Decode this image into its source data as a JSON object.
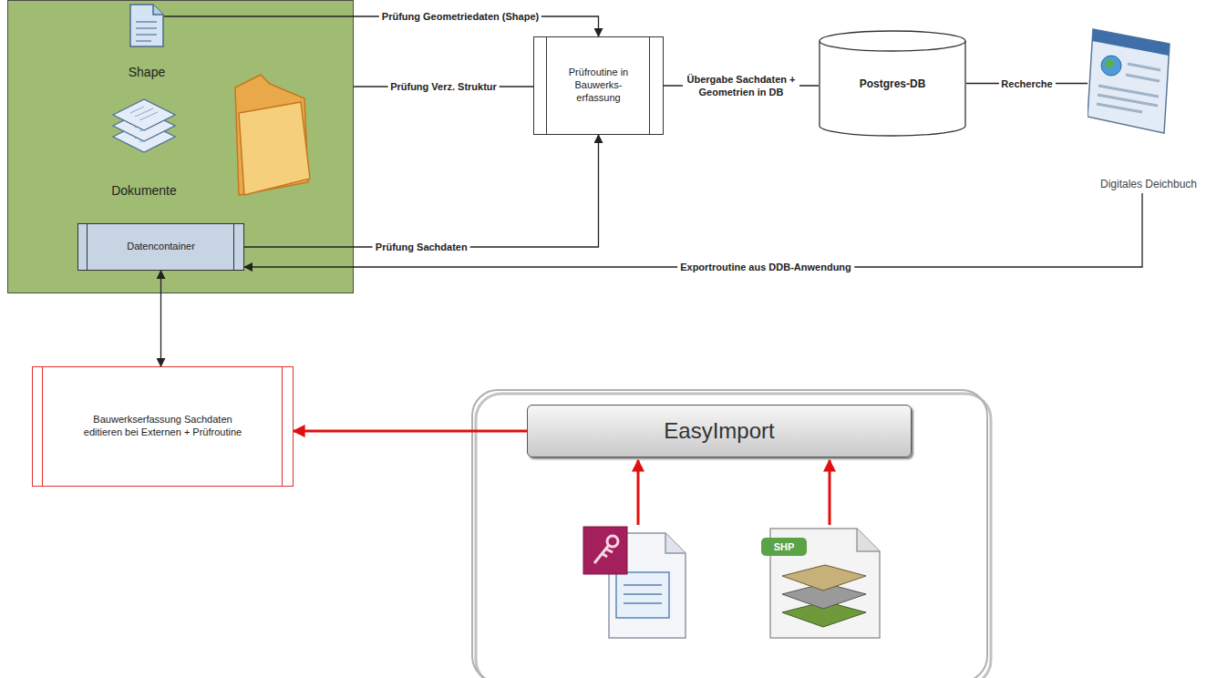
{
  "diagram": {
    "nodes": [
      {
        "text": []
      },
      {
        "text": [
          "Shape"
        ],
        "in": 0
      },
      {
        "text": [
          "Dokumente"
        ],
        "in": 0
      },
      {
        "text": [
          "Datencontainer"
        ],
        "in": 0
      },
      {
        "text": [
          "Prüfroutine in Bauwerks- erfassung"
        ]
      },
      {
        "text": [
          "Postgres-DB"
        ]
      },
      {
        "text": [
          "Digitales Deichbuch"
        ]
      },
      {
        "text": [
          "Bauwerkserfassung Sachdaten editieren bei Externen + Prüfroutine"
        ]
      },
      {
        "text": [
          "EasyImport"
        ]
      }
    ],
    "edges": [
      {
        "from": 1,
        "to": 4,
        "label": "Prüfung Geometriedaten (Shape)",
        "arrow": "to"
      },
      {
        "from": 0,
        "to": 4,
        "label": "Prüfung Verz. Struktur",
        "arrow": "none"
      },
      {
        "from": 3,
        "to": 4,
        "label": "Prüfung Sachdaten",
        "arrow": "to"
      },
      {
        "from": 4,
        "to": 5,
        "label": "Übergabe Sachdaten + Geometrien in DB",
        "arrow": "none"
      },
      {
        "from": 5,
        "to": 6,
        "label": "Recherche",
        "arrow": "none"
      },
      {
        "from": 6,
        "to": 3,
        "label": "Exportroutine aus DDB-Anwendung",
        "arrow": "to"
      },
      {
        "from": 3,
        "to": 7,
        "arrow": "both"
      },
      {
        "from": 8,
        "to": 7,
        "arrow": "to"
      }
    ],
    "labels": [
      "SHP"
    ]
  }
}
